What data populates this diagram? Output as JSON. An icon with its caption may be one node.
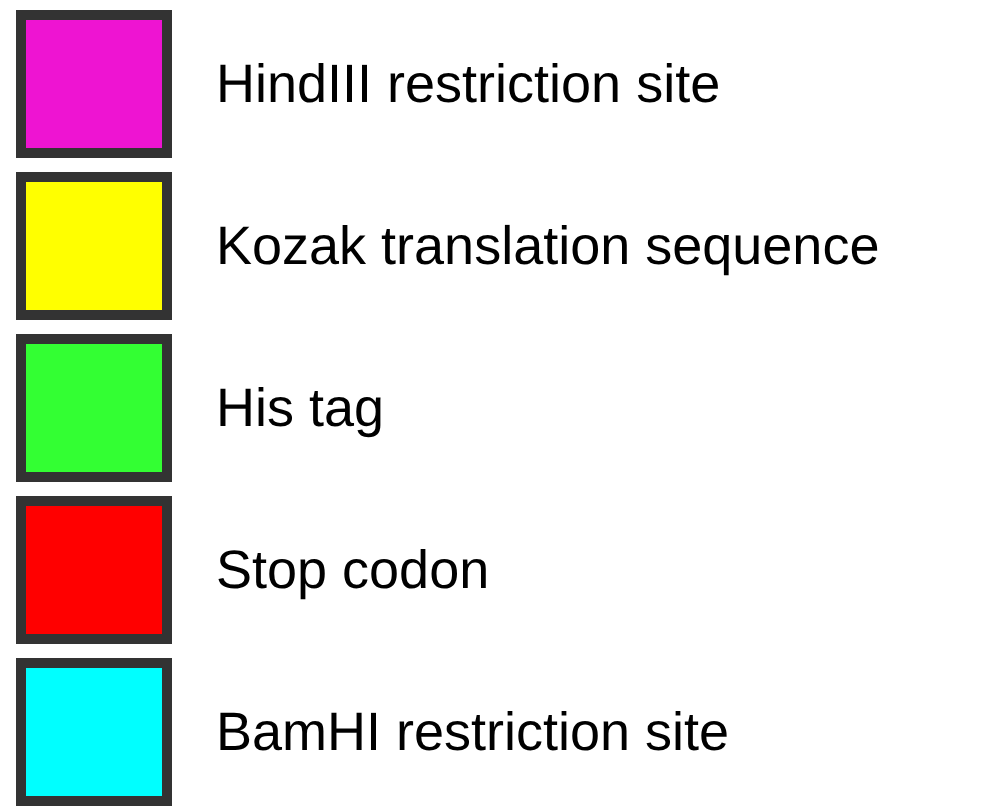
{
  "diagram": {
    "legend": [
      {
        "text": "HindIII restriction site",
        "color": "#ee14d2"
      },
      {
        "text": "Kozak translation sequence",
        "color": "#ffff00"
      },
      {
        "text": "His tag",
        "color": "#33ff33"
      },
      {
        "text": "Stop codon",
        "color": "#ff0000"
      },
      {
        "text": "BamHI restriction site",
        "color": "#00ffff"
      }
    ]
  }
}
